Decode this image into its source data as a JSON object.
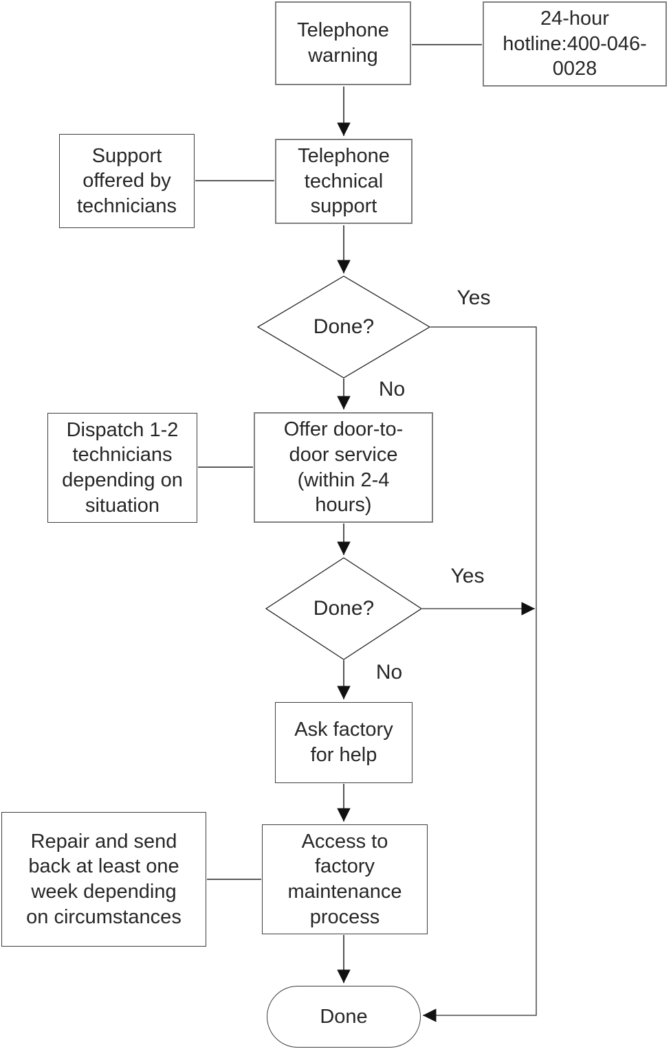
{
  "nodes": {
    "telephone_warning": {
      "label": "Telephone\nwarning",
      "shape": "process"
    },
    "hotline": {
      "label": "24-hour\nhotline:400-046-\n0028",
      "shape": "annotation"
    },
    "support_offered": {
      "label": "Support\noffered by\ntechnicians",
      "shape": "annotation"
    },
    "telephone_technical_support": {
      "label": "Telephone\ntechnical\nsupport",
      "shape": "process"
    },
    "done_check_1": {
      "label": "Done?",
      "shape": "decision"
    },
    "dispatch_technicians": {
      "label": "Dispatch 1-2\ntechnicians\ndepending on\nsituation",
      "shape": "annotation"
    },
    "offer_door_to_door": {
      "label": "Offer door-to-\ndoor service\n(within 2-4\nhours)",
      "shape": "process"
    },
    "done_check_2": {
      "label": "Done?",
      "shape": "decision"
    },
    "ask_factory": {
      "label": "Ask factory\nfor help",
      "shape": "process"
    },
    "repair_send_back": {
      "label": "Repair and send\nback at least one\nweek depending\non circumstances",
      "shape": "annotation"
    },
    "access_factory": {
      "label": "Access to\nfactory\nmaintenance\nprocess",
      "shape": "process"
    },
    "done_terminator": {
      "label": "Done",
      "shape": "terminator"
    }
  },
  "edge_labels": {
    "yes1": "Yes",
    "no1": "No",
    "yes2": "Yes",
    "no2": "No"
  },
  "edges": [
    {
      "from": "telephone_warning",
      "to": "hotline",
      "style": "plain"
    },
    {
      "from": "telephone_warning",
      "to": "telephone_technical_support",
      "style": "arrow"
    },
    {
      "from": "support_offered",
      "to": "telephone_technical_support",
      "style": "plain"
    },
    {
      "from": "telephone_technical_support",
      "to": "done_check_1",
      "style": "arrow"
    },
    {
      "from": "done_check_1",
      "to": "done_terminator",
      "style": "arrow",
      "label": "Yes"
    },
    {
      "from": "done_check_1",
      "to": "offer_door_to_door",
      "style": "arrow",
      "label": "No"
    },
    {
      "from": "dispatch_technicians",
      "to": "offer_door_to_door",
      "style": "plain"
    },
    {
      "from": "offer_door_to_door",
      "to": "done_check_2",
      "style": "arrow"
    },
    {
      "from": "done_check_2",
      "to": "done_terminator",
      "style": "arrow",
      "label": "Yes"
    },
    {
      "from": "done_check_2",
      "to": "ask_factory",
      "style": "arrow",
      "label": "No"
    },
    {
      "from": "ask_factory",
      "to": "access_factory",
      "style": "arrow"
    },
    {
      "from": "repair_send_back",
      "to": "access_factory",
      "style": "plain"
    },
    {
      "from": "access_factory",
      "to": "done_terminator",
      "style": "arrow"
    }
  ],
  "colors": {
    "background": "#ffffff",
    "box_border_main": "#7f7f7f",
    "box_border_side": "#3d3d3d",
    "diamond_stroke": "#1f1f1f",
    "connector_plain": "#595959",
    "connector_arrow": "#1a1a1a",
    "arrowhead": "#111111",
    "text": "#262626"
  }
}
